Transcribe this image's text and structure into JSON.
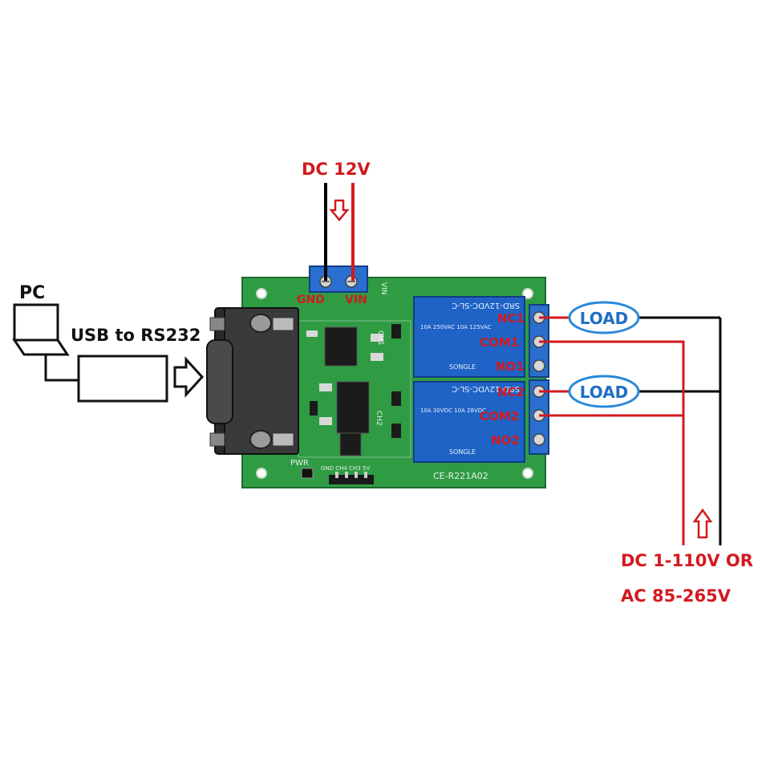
{
  "labels": {
    "pc": "PC",
    "usb_rs232": "USB to RS232",
    "dc12v": "DC 12V",
    "gnd": "GND",
    "vin": "VIN",
    "nc1": "NC1",
    "com1": "COM1",
    "no1": "NO1",
    "nc2": "NC2",
    "com2": "COM2",
    "no2": "NO2",
    "load1": "LOAD",
    "load2": "LOAD",
    "supply_line1": "DC 1-110V OR",
    "supply_line2": "AC 85-265V"
  },
  "board": {
    "model": "CE-R221A02",
    "pwr": "PWR",
    "ch1": "CH1",
    "ch2": "CH2",
    "vin_silk": "VIN",
    "header_silk": "GND CH4 CH3 5V",
    "relay1_text": "SRD-12VDC-SL-C",
    "relay2_text": "SRD-12VDC-SL-C",
    "relay_rating1": "10A 250VAC 10A 125VAC",
    "relay_rating2": "10A 30VDC 10A 28VDC",
    "relay_brand": "SONGLE"
  },
  "colors": {
    "pcb": "#2f9c44",
    "relay": "#1f63c7",
    "terminal": "#2a6fd0",
    "wire_red": "#d21a1f",
    "wire_black": "#000000",
    "load_border": "#2a88d8",
    "load_text": "#1f6fc4"
  }
}
